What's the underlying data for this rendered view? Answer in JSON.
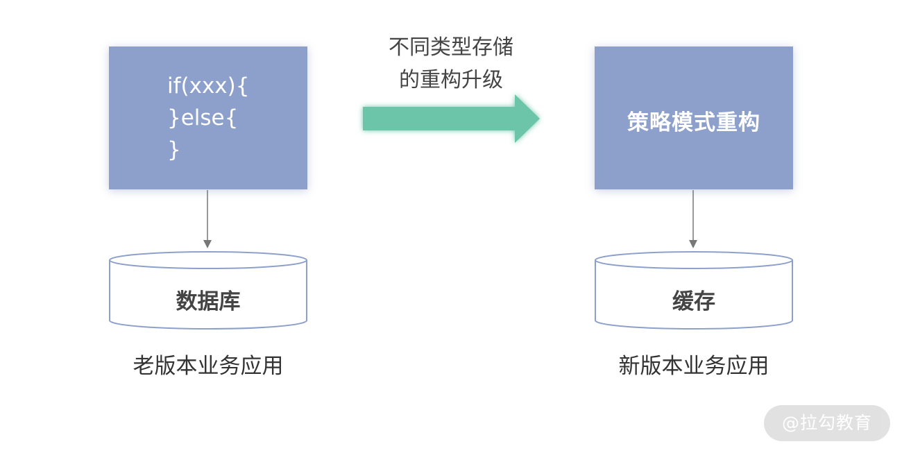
{
  "old_app": {
    "code_lines": [
      "if(xxx){",
      "}else{",
      "}"
    ],
    "storage_label": "数据库",
    "app_label": "老版本业务应用"
  },
  "transition": {
    "line1": "不同类型存储",
    "line2": "的重构升级"
  },
  "new_app": {
    "box_title": "策略模式重构",
    "storage_label": "缓存",
    "app_label": "新版本业务应用"
  },
  "watermark": "@拉勾教育",
  "colors": {
    "box_fill": "#8da0cb",
    "cylinder_stroke": "#8da0cb",
    "arrow_fill": "#66c2a5",
    "connector": "#777777"
  }
}
